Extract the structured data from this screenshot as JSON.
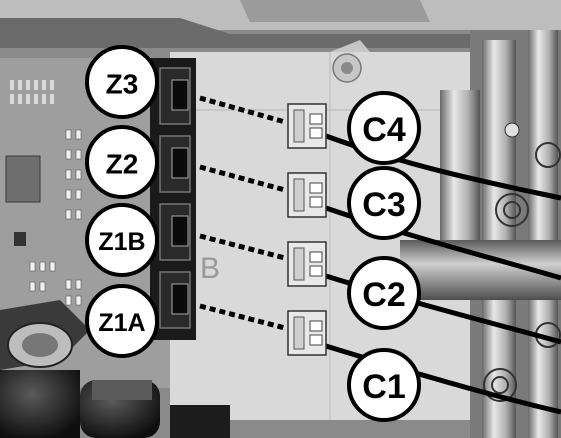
{
  "zone_labels": [
    {
      "id": "z3",
      "text": "Z3"
    },
    {
      "id": "z2",
      "text": "Z2"
    },
    {
      "id": "z1b",
      "text": "Z1B"
    },
    {
      "id": "z1a",
      "text": "Z1A"
    }
  ],
  "cable_labels": [
    {
      "id": "c4",
      "text": "C4"
    },
    {
      "id": "c3",
      "text": "C3"
    },
    {
      "id": "c2",
      "text": "C2"
    },
    {
      "id": "c1",
      "text": "C1"
    }
  ],
  "board_marking": "B",
  "colors": {
    "housing": "#7f7f7f",
    "housing_dark": "#4a4a4a",
    "board": "#9a9a9a",
    "chassis": "#d6d6d6",
    "connector": "#1a1a1a",
    "plug": "#e6e6e6",
    "wire": "#000000",
    "callout_fill": "#ffffff",
    "callout_stroke": "#000000"
  }
}
